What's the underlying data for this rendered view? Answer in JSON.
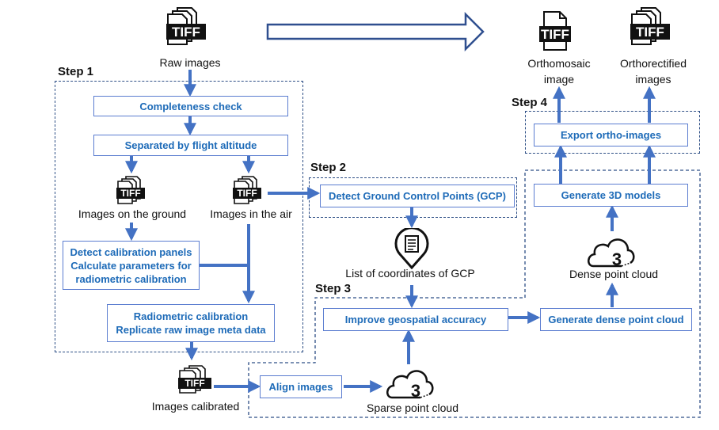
{
  "icon_text": {
    "tiff": "TIFF",
    "cloud": "3"
  },
  "colors": {
    "box_text": "#1e6bb8",
    "box_border": "#5b7dd0",
    "arrow": "#4472c4",
    "region_border": "#2e4f86",
    "big_arrow": "#2f4f8f"
  },
  "steps": {
    "step1": "Step 1",
    "step2": "Step 2",
    "step3": "Step 3",
    "step4": "Step 4"
  },
  "labels": {
    "raw_images": "Raw images",
    "orthomosaic_line1": "Orthomosaic",
    "orthomosaic_line2": "image",
    "orthorectified_line1": "Orthorectified",
    "orthorectified_line2": "images",
    "images_ground": "Images on the ground",
    "images_air": "Images in the air",
    "gcp_list": "List of coordinates of GCP",
    "dense_cloud": "Dense point cloud",
    "images_calibrated": "Images calibrated",
    "sparse_cloud": "Sparse point cloud"
  },
  "boxes": {
    "completeness": "Completeness check",
    "separated": "Separated by flight altitude",
    "calib_panels_1": "Detect calibration panels",
    "calib_panels_2": "Calculate parameters for",
    "calib_panels_3": "radiometric calibration",
    "radiometric_1": "Radiometric calibration",
    "radiometric_2": "Replicate raw image meta data",
    "detect_gcp": "Detect Ground Control Points (GCP)",
    "improve": "Improve geospatial accuracy",
    "dense": "Generate dense point cloud",
    "models": "Generate 3D models",
    "export": "Export ortho-images",
    "align": "Align images"
  }
}
